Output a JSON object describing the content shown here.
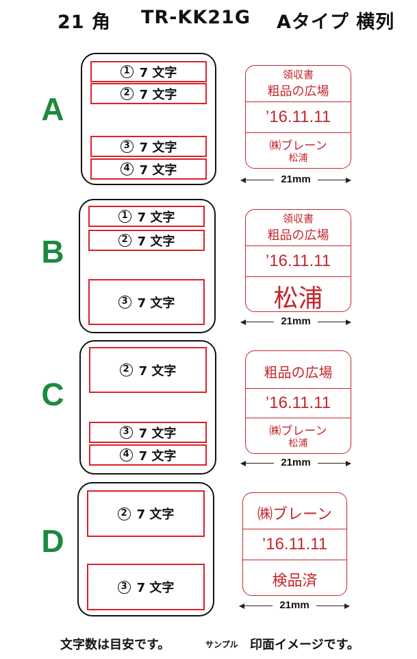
{
  "title": {
    "size": "21 角",
    "model": "TR-KK21G",
    "type": "Aタイプ 横列"
  },
  "field_label": "7 文字",
  "field_numbers": {
    "n1": "1",
    "n2": "2",
    "n3": "3",
    "n4": "4"
  },
  "dimension": "21mm",
  "sections": {
    "a": {
      "letter": "A",
      "stamp": {
        "l1": "領収書",
        "l2": "粗品の広場",
        "date": "’16.11.11",
        "l3": "㈱ブレーン",
        "l4": "松浦"
      }
    },
    "b": {
      "letter": "B",
      "stamp": {
        "l1": "領収書",
        "l2": "粗品の広場",
        "date": "’16.11.11",
        "l3": "松浦"
      }
    },
    "c": {
      "letter": "C",
      "stamp": {
        "l1": "粗品の広場",
        "date": "’16.11.11",
        "l2": "㈱ブレーン",
        "l3": "松浦"
      }
    },
    "d": {
      "letter": "D",
      "stamp": {
        "l1": "㈱ブレーン",
        "date": "’16.11.11",
        "l2": "検品済"
      }
    }
  },
  "footer": {
    "note": "文字数は目安です。",
    "sample": "サンプル",
    "note2": "印面イメージです。"
  },
  "colors": {
    "frame": "#111111",
    "field_border": "#d8222a",
    "stamp_ink": "#c4262c",
    "letter": "#1c8a3e"
  }
}
